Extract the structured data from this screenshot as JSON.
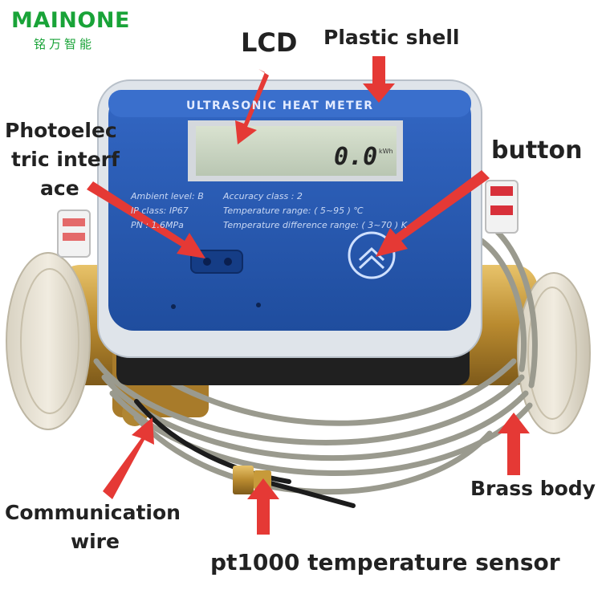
{
  "brand": {
    "name": "MAINONE",
    "subtitle": "铭万智能"
  },
  "callouts": {
    "lcd": "LCD",
    "plastic_shell": "Plastic shell",
    "photoelectric_line1": "Photoelec",
    "photoelectric_line2": "tric interf",
    "photoelectric_line3": "ace",
    "button": "button",
    "brass_body": "Brass body",
    "communication_line1": "Communication",
    "communication_line2": "wire",
    "pt1000": "pt1000 temperature sensor"
  },
  "panel": {
    "title": "ULTRASONIC HEAT METER",
    "lcd_value": "0.0",
    "lcd_unit": "kWh",
    "ambient_level": "Ambient level:  B",
    "accuracy_class": "Accuracy class :  2",
    "ip_class": "IP class:  IP67",
    "temperature_range": "Temperature range:   ( 5~95 ) ℃",
    "pressure": "PN :  1.6MPa",
    "temperature_difference": "Temperature difference range:  ( 3~70 ) K"
  },
  "colors": {
    "brand": "#19a338",
    "panel_blue": "#2b5fb8",
    "arrow_red": "#e53935",
    "brass": "#c79a3a",
    "cable": "#9a9a8e"
  }
}
